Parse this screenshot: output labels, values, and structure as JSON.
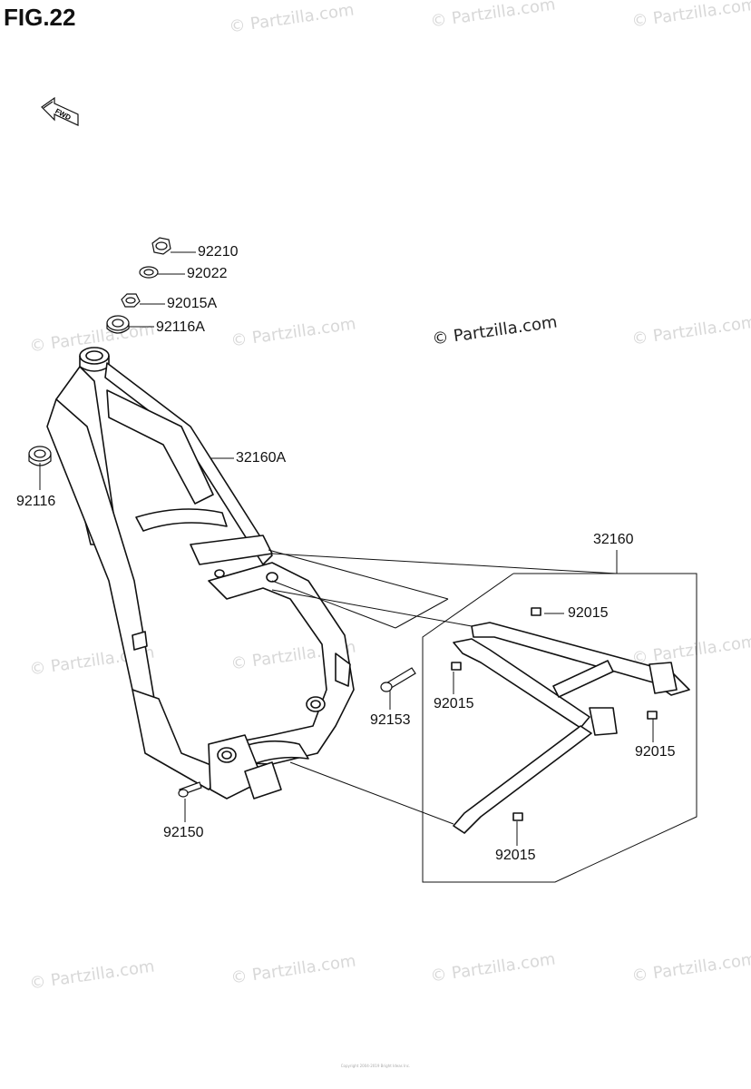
{
  "figure": {
    "title": "FIG.22",
    "fwd_label": "FWD"
  },
  "parts": {
    "p92210": "92210",
    "p92022": "92022",
    "p92015A": "92015A",
    "p92116A": "92116A",
    "p32160A": "32160A",
    "p92116": "92116",
    "p32160": "32160",
    "p92015_a": "92015",
    "p92015_b": "92015",
    "p92153": "92153",
    "p92015_c": "92015",
    "p92150": "92150",
    "p92015_d": "92015"
  },
  "watermark": {
    "text": "© Partzilla.com",
    "main": "© Partzilla.com"
  },
  "footer": {
    "text": "Copyright 2004-2019 Bright Ideas Inc."
  }
}
